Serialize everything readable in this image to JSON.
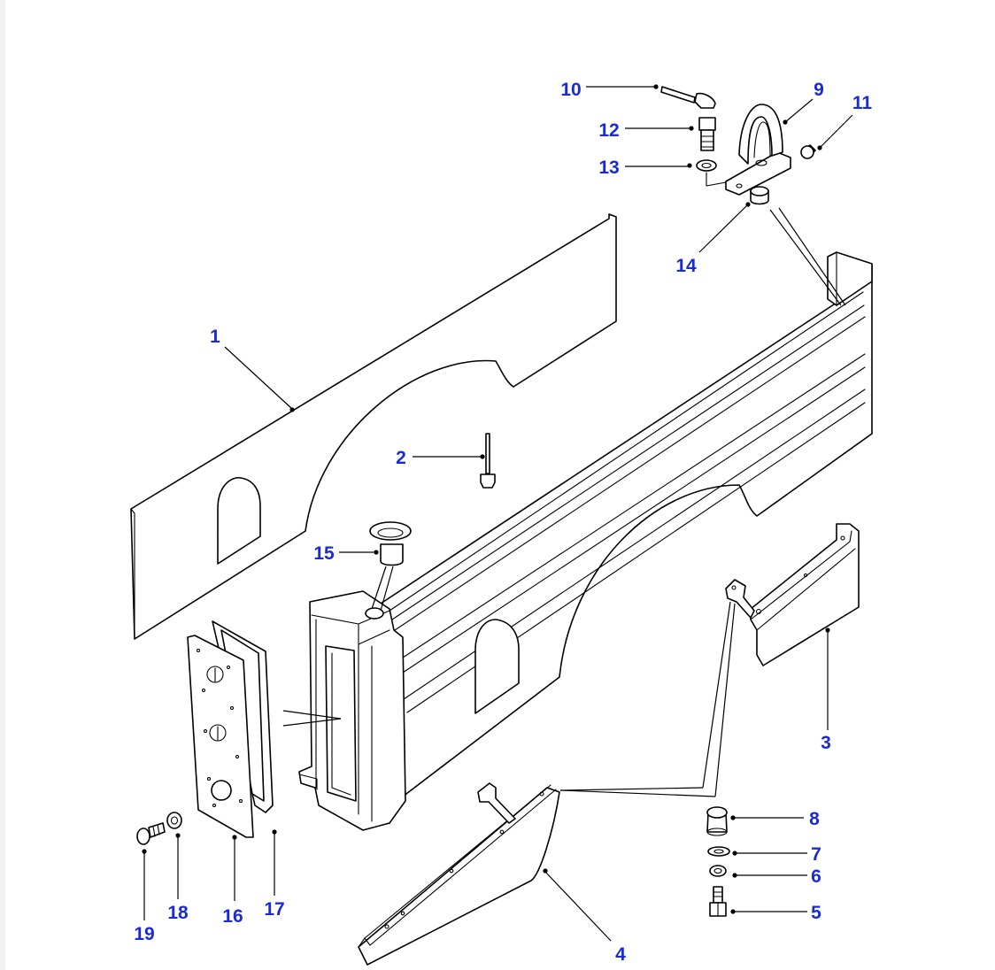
{
  "diagram": {
    "parts": [
      {
        "id": "1",
        "label": "1",
        "name": "side-panel-outer"
      },
      {
        "id": "2",
        "label": "2",
        "name": "rivet"
      },
      {
        "id": "3",
        "label": "3",
        "name": "rear-mudflap-bracket"
      },
      {
        "id": "4",
        "label": "4",
        "name": "front-mudflap-bracket"
      },
      {
        "id": "5",
        "label": "5",
        "name": "bolt"
      },
      {
        "id": "6",
        "label": "6",
        "name": "spring-washer"
      },
      {
        "id": "7",
        "label": "7",
        "name": "plain-washer"
      },
      {
        "id": "8",
        "label": "8",
        "name": "spacer"
      },
      {
        "id": "9",
        "label": "9",
        "name": "lashing-eye"
      },
      {
        "id": "10",
        "label": "10",
        "name": "rivet-pin"
      },
      {
        "id": "11",
        "label": "11",
        "name": "sleeve"
      },
      {
        "id": "12",
        "label": "12",
        "name": "bolt"
      },
      {
        "id": "13",
        "label": "13",
        "name": "washer"
      },
      {
        "id": "14",
        "label": "14",
        "name": "nut"
      },
      {
        "id": "15",
        "label": "15",
        "name": "grommet"
      },
      {
        "id": "16",
        "label": "16",
        "name": "lamp-mounting-plate"
      },
      {
        "id": "17",
        "label": "17",
        "name": "gasket"
      },
      {
        "id": "18",
        "label": "18",
        "name": "washer"
      },
      {
        "id": "19",
        "label": "19",
        "name": "screw"
      }
    ],
    "callout_color": "#1a2bd6",
    "line_color": "#000000",
    "background": "#ffffff"
  }
}
